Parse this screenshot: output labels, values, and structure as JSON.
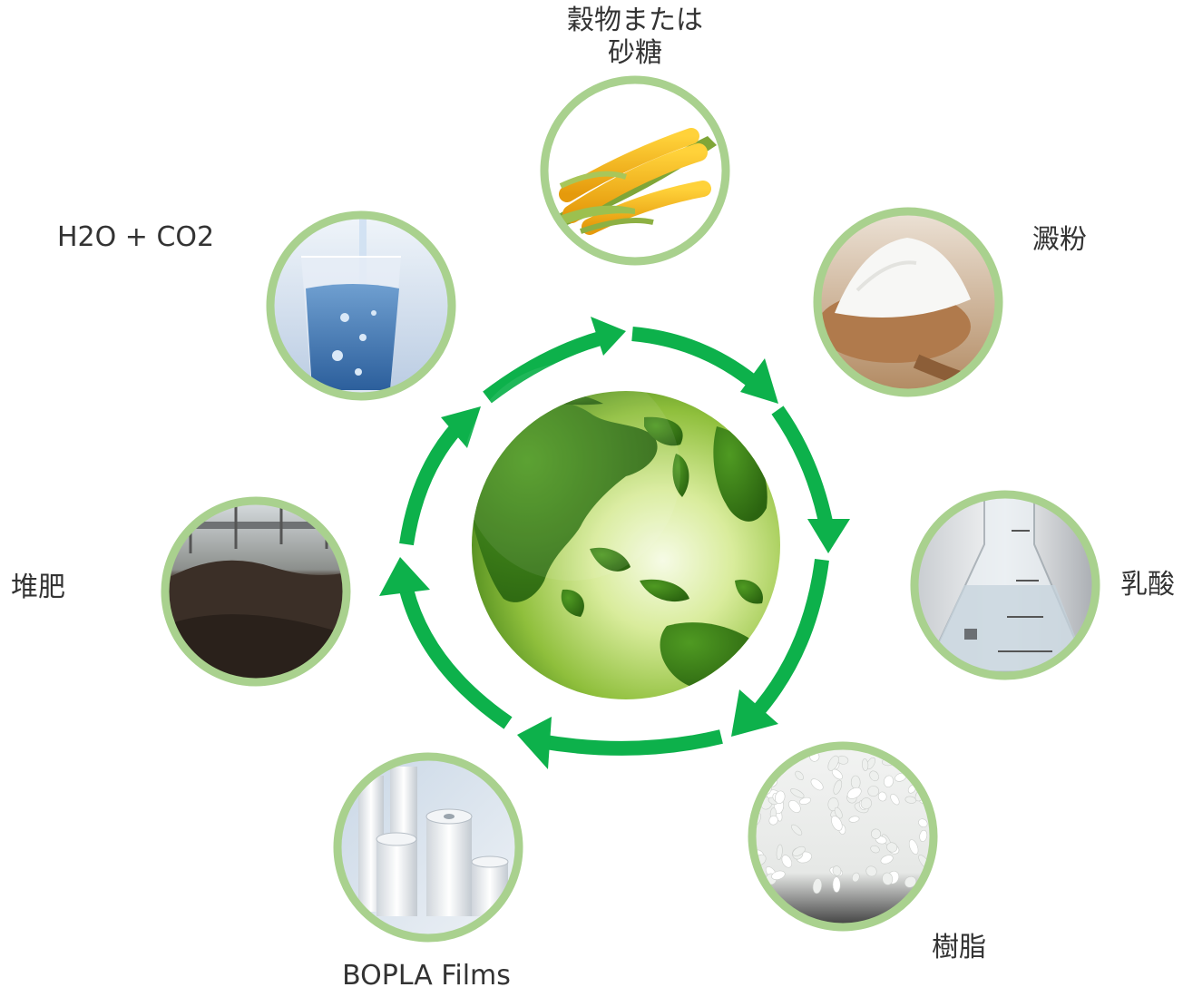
{
  "diagram": {
    "colors": {
      "arrow": "#0db14b",
      "ring": "#a9d18e",
      "text": "#333333",
      "globe_light": "#f4f9e4",
      "globe_dark": "#4e8a1e",
      "land": "#2f6b14"
    },
    "stages": [
      {
        "id": "grain",
        "label_lines": [
          "穀物または",
          "砂糖"
        ],
        "image": "corn-image"
      },
      {
        "id": "starch",
        "label_lines": [
          "澱粉"
        ],
        "image": "starch-powder-image"
      },
      {
        "id": "lactic-acid",
        "label_lines": [
          "乳酸"
        ],
        "image": "flask-image"
      },
      {
        "id": "resin",
        "label_lines": [
          "樹脂"
        ],
        "image": "resin-pellets-image"
      },
      {
        "id": "films",
        "label_lines": [
          "BOPLA Films"
        ],
        "image": "film-rolls-image"
      },
      {
        "id": "compost",
        "label_lines": [
          "堆肥"
        ],
        "image": "compost-image"
      },
      {
        "id": "h2o-co2",
        "label_lines": [
          "H2O + CO2"
        ],
        "image": "water-glass-image"
      }
    ],
    "center": {
      "image": "green-globe-image"
    },
    "cycle_direction": "clockwise"
  }
}
